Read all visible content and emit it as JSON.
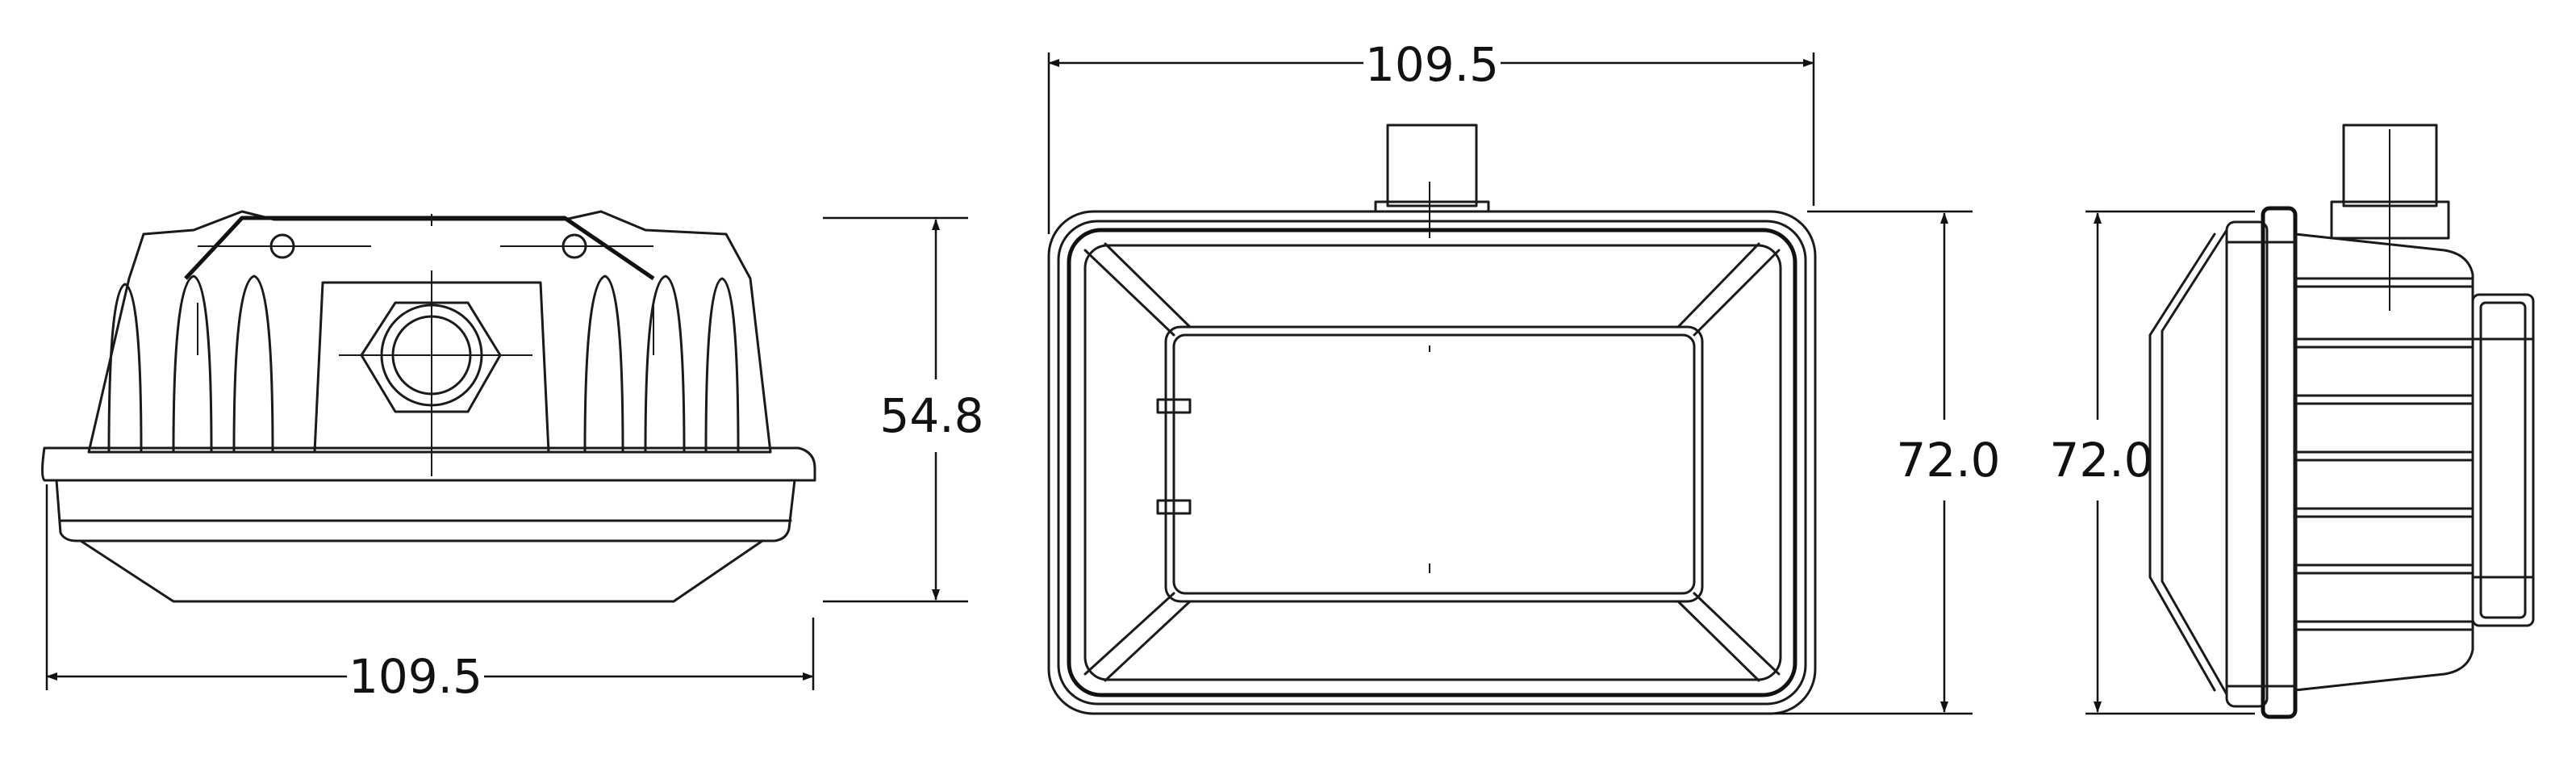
{
  "dimensions": {
    "front_width": "109.5",
    "front_height": "54.8",
    "top_width": "109.5",
    "top_height": "72.0",
    "side_height": "72.0"
  },
  "colors": {
    "line": "#1a1a1a",
    "background": "#ffffff"
  }
}
